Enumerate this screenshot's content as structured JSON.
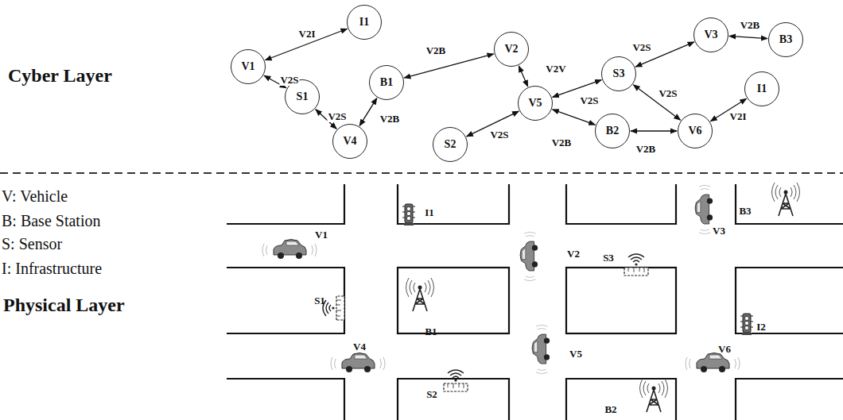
{
  "diagram": {
    "nodes": [
      {
        "text": [
          "I1"
        ]
      },
      {
        "text": [
          "V1"
        ]
      },
      {
        "text": [
          "S1"
        ]
      },
      {
        "text": [
          "V4"
        ]
      },
      {
        "text": [
          "B1"
        ]
      },
      {
        "text": [
          "V2"
        ]
      },
      {
        "text": [
          "V5"
        ]
      },
      {
        "text": [
          "S2"
        ]
      },
      {
        "text": [
          "S3"
        ]
      },
      {
        "text": [
          "V3"
        ]
      },
      {
        "text": [
          "B3"
        ]
      },
      {
        "text": [
          "I1"
        ]
      },
      {
        "text": [
          "B2"
        ]
      },
      {
        "text": [
          "V6"
        ]
      }
    ],
    "edges": [
      {
        "from": 1,
        "to": 0,
        "label": "V2I",
        "arrow": "both"
      },
      {
        "from": 1,
        "to": 2,
        "label": "V2S",
        "arrow": "both"
      },
      {
        "from": 2,
        "to": 3,
        "label": "V2S",
        "arrow": "both"
      },
      {
        "from": 3,
        "to": 4,
        "label": "V2B",
        "arrow": "both"
      },
      {
        "from": 4,
        "to": 5,
        "label": "V2B",
        "arrow": "both"
      },
      {
        "from": 5,
        "to": 6,
        "label": "V2V",
        "arrow": "both"
      },
      {
        "from": 6,
        "to": 7,
        "label": "V2S",
        "arrow": "both"
      },
      {
        "from": 6,
        "to": 8,
        "label": "V2S",
        "arrow": "both"
      },
      {
        "from": 6,
        "to": 12,
        "label": "V2B",
        "arrow": "both"
      },
      {
        "from": 8,
        "to": 9,
        "label": "V2S",
        "arrow": "both"
      },
      {
        "from": 9,
        "to": 10,
        "label": "V2B",
        "arrow": "both"
      },
      {
        "from": 8,
        "to": 13,
        "label": "V2S",
        "arrow": "both"
      },
      {
        "from": 12,
        "to": 13,
        "label": "V2B",
        "arrow": "both"
      },
      {
        "from": 13,
        "to": 11,
        "label": "V2I",
        "arrow": "both"
      }
    ],
    "labels": [
      "Cyber Layer",
      "Physical Layer",
      "V: Vehicle",
      "B: Base Station",
      "S: Sensor",
      "I: Infrastructure",
      "I1",
      "V1",
      "V2",
      "S3",
      "V3",
      "B3",
      "S1",
      "B1",
      "I2",
      "V4",
      "V5",
      "V6",
      "S2",
      "B2"
    ]
  }
}
